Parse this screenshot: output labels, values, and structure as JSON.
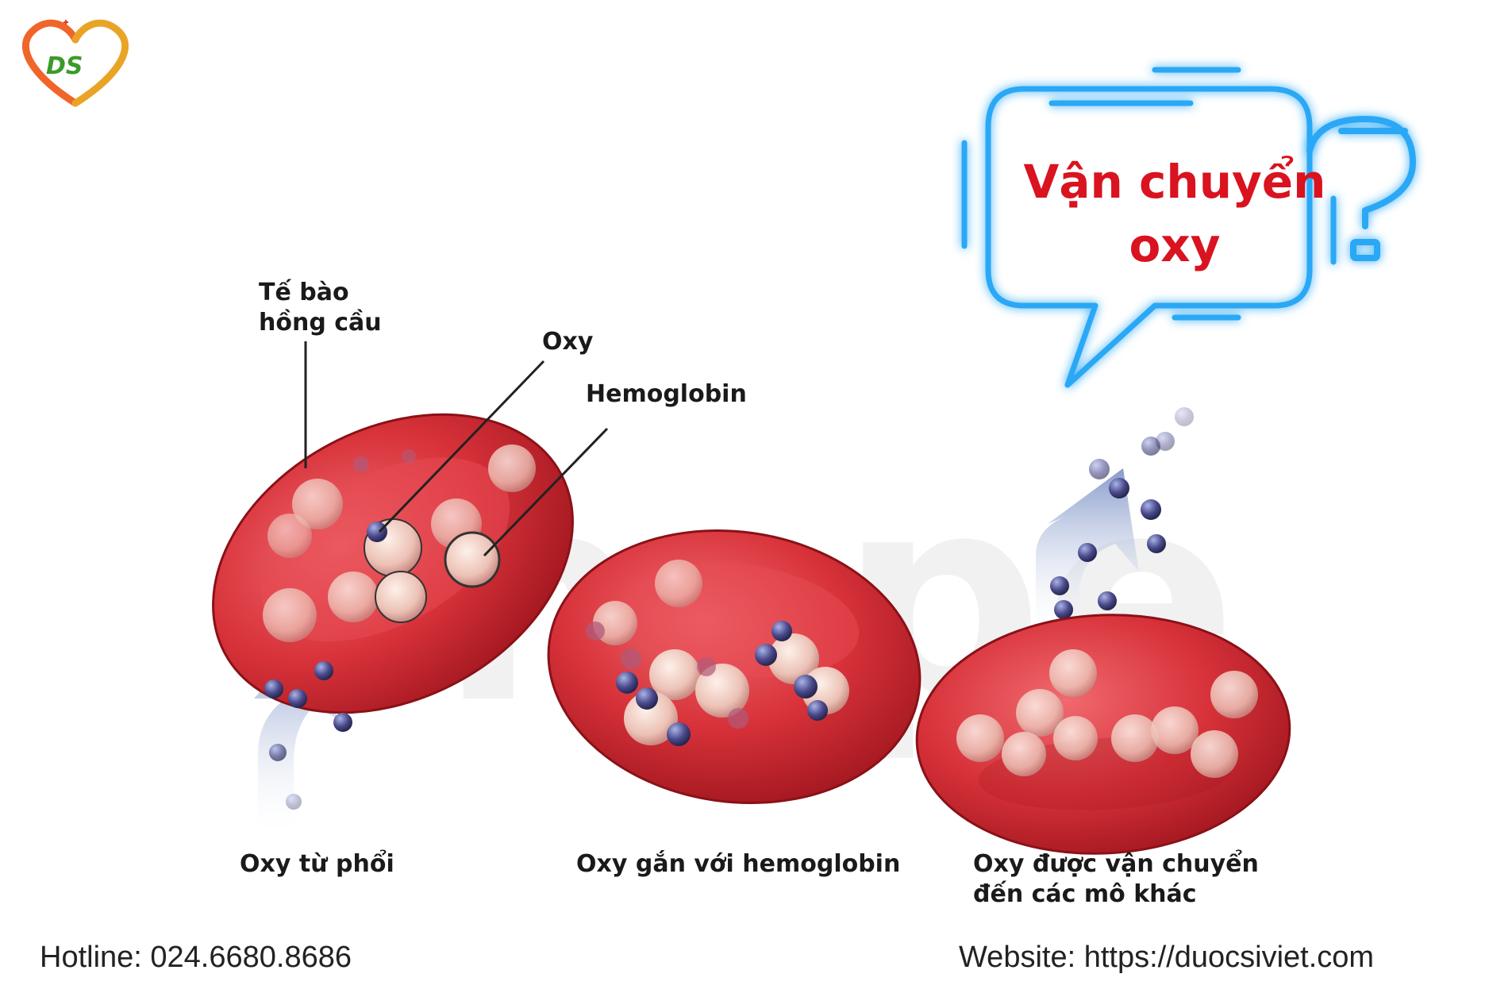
{
  "logo": {
    "text": "DS",
    "colors": {
      "heart_left": "#f0652a",
      "heart_right": "#e9a426",
      "text": "#3b9b2a"
    }
  },
  "title": {
    "line1": "Vận chuyển",
    "line2": "oxy",
    "color": "#d9131f",
    "bubble_color": "#2aa8f5"
  },
  "labels": {
    "red_blood_cell": [
      "Tế bào",
      "hồng cầu"
    ],
    "oxygen": "Oxy",
    "hemoglobin": "Hemoglobin"
  },
  "captions": {
    "step1": "Oxy từ phổi",
    "step2": "Oxy gắn với hemoglobin",
    "step3": [
      "Oxy được vận chuyển",
      "đến các mô khác"
    ]
  },
  "footer": {
    "hotline": "Hotline: 024.6680.8686",
    "website": "Website: https://duocsiviet.com"
  },
  "icons": [
    "heart-logo-icon",
    "question-mark-icon",
    "speech-bubble-icon",
    "arrow-up-icon",
    "oxygen-molecule-icon"
  ],
  "colors": {
    "cell": "#d8323a",
    "cell_dark": "#a3171f",
    "hemoglobin": "#f3d2c8",
    "oxygen": "#4b4a8c",
    "arrow": "#8da3cf"
  }
}
